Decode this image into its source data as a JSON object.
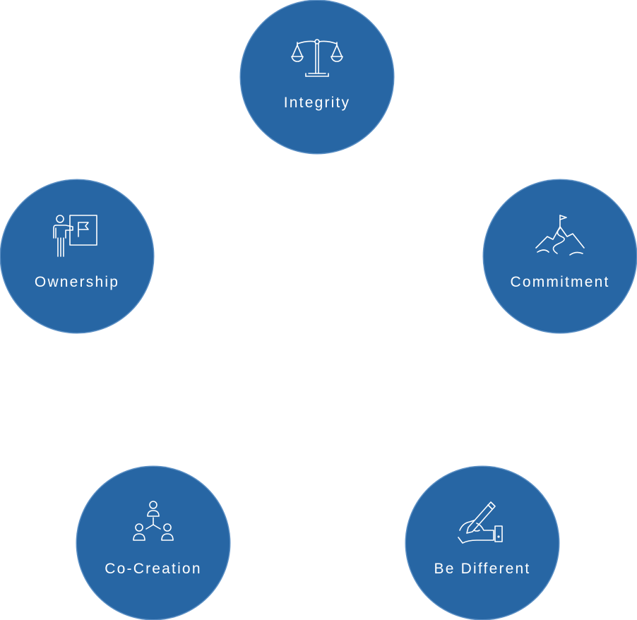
{
  "values": {
    "integrity": {
      "label": "Integrity",
      "icon": "scales-of-justice-icon"
    },
    "ownership": {
      "label": "Ownership",
      "icon": "presenter-flag-board-icon"
    },
    "commitment": {
      "label": "Commitment",
      "icon": "mountain-flag-path-icon"
    },
    "cocreation": {
      "label": "Co-Creation",
      "icon": "connected-people-icon"
    },
    "bedifferent": {
      "label": "Be Different",
      "icon": "hand-writing-pen-icon"
    }
  },
  "colors": {
    "circle_fill": "#2766a4",
    "circle_border": "#5b8fc4",
    "text": "#ffffff",
    "background": "#ffffff"
  }
}
